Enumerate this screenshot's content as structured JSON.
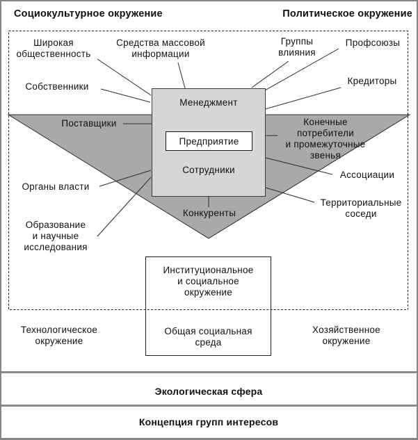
{
  "header": {
    "left": "Социокультурное окружение",
    "right": "Политическое окружение"
  },
  "stakeholders": {
    "wide_public": "Широкая\nобщественность",
    "mass_media": "Средства массовой\nинформации",
    "influence_groups": "Группы\nвлияния",
    "unions": "Профсоюзы",
    "owners": "Собственники",
    "creditors": "Кредиторы",
    "suppliers": "Поставщики",
    "consumers": "Конечные потребители\nи промежуточные\nзвенья",
    "authorities": "Органы власти",
    "associations": "Ассоциации",
    "territorial": "Территориальные\nсоседи",
    "education": "Образование\nи научные\nисследования",
    "competitors": "Конкуренты"
  },
  "core": {
    "management": "Менеджмент",
    "enterprise": "Предприятие",
    "employees": "Сотрудники"
  },
  "surroundings": {
    "institutional": "Институциональное\nи социальное\nокружение",
    "general_social": "Общая социальная\nсреда",
    "technological": "Технологическое\nокружение",
    "economic": "Хозяйственное\nокружение"
  },
  "bands": {
    "ecological": "Экологическая сфера",
    "interest_groups": "Концепция групп интересов"
  },
  "colors": {
    "triangle_fill": "#a9a9a9",
    "core_fill": "#d6d6d6",
    "frame_gray": "#858585",
    "separator_gray": "#8a8a8a",
    "line_color": "#2a2a2a"
  }
}
